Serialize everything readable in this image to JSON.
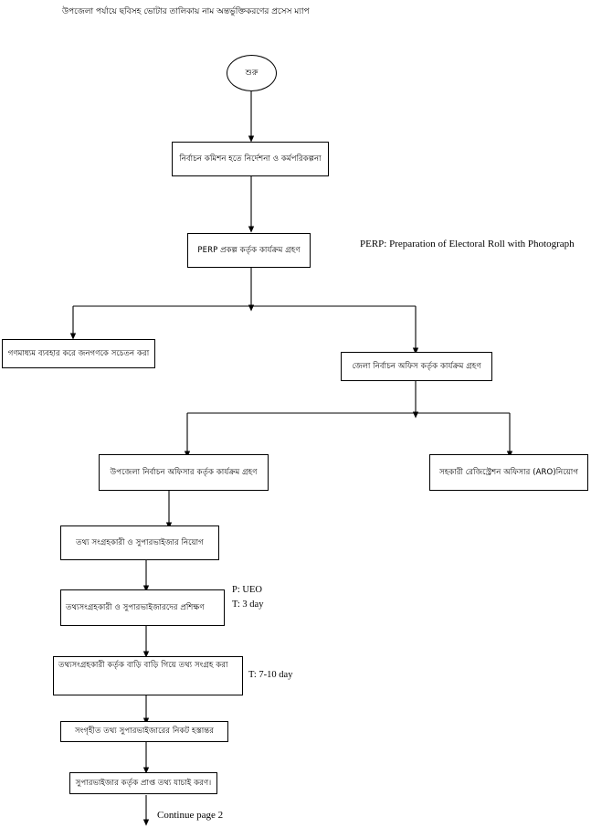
{
  "document": {
    "title": "উপজেলা পর্যায়ে ছবিসহ ভোটার তালিকায় নাম অন্তর্ভুক্তিকরণের প্রসেস ম্যাপ",
    "page_footer": "Continue page 2"
  },
  "legend": {
    "perp_expansion": "PERP: Preparation of Electoral Roll with Photograph"
  },
  "annotations": {
    "training_owner": "P: UEO",
    "training_duration": "T: 3 day",
    "collection_duration": "T: 7-10 day"
  },
  "nodes": {
    "start": "শুরু",
    "ec_directive": "নির্বাচন কমিশন হতে নির্দেশনা ও কর্মপরিকল্পনা",
    "perp_project": "PERP প্রকল্প কর্তৃক কার্যক্রম গ্রহণ",
    "mass_media": "গণমাধ্যম ব্যবহার করে জনগণকে সচেতন করা",
    "district_office": "জেলা নির্বাচন অফিস কর্তৃক কার্যক্রম গ্রহণ",
    "upazila_officer": "উপজেলা নির্বাচন অফিসার কর্তৃক কার্যক্রম গ্রহণ",
    "aro_appointment": "সহকারী রেজিস্ট্রেশন অফিসার (ARO)নিয়োগ",
    "collector_appointment": "তথ্য সংগ্রহকারী ও সুপারভাইজার নিয়োগ",
    "training": "তথ্যসংগ্রহকারী ও সুপারভাইজারদের প্রশিক্ষণ",
    "door_to_door": "তথ্যসংগ্রহকারী কর্তৃক বাড়ি বাড়ি গিয়ে তথ্য সংগ্রহ করা",
    "handover": "সংগৃহীত তথ্য সুপারভাইজারের নিকট হস্তান্তর",
    "verification": "সুপারভাইজার কর্তৃক প্রাপ্ত তথ্য যাচাই করণ।"
  },
  "colors": {
    "stroke": "#000000",
    "fill": "#ffffff",
    "text": "#000000"
  }
}
